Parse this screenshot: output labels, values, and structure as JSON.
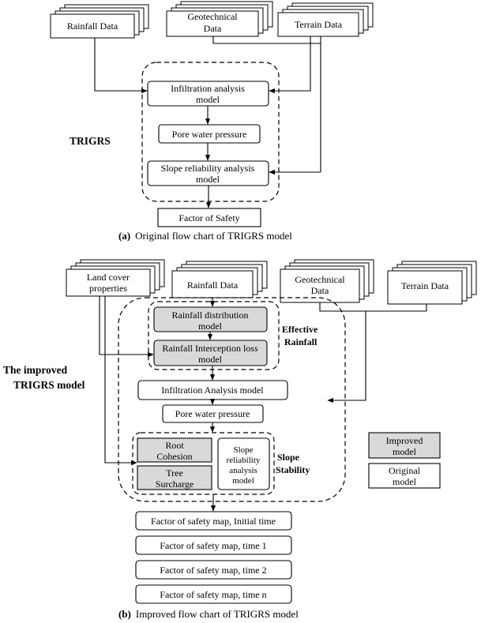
{
  "part_a": {
    "inputs": {
      "rainfall": "Rainfall Data",
      "geotechnical": [
        "Geotechnical",
        "Data"
      ],
      "terrain": "Terrain Data"
    },
    "model_label": "TRIGRS",
    "infiltration": [
      "Infiltration analysis",
      "model"
    ],
    "pore": "Pore  water pressure",
    "slope": [
      "Slope reliability analysis",
      "model"
    ],
    "factor": "Factor of Safety",
    "caption_letter": "(a)",
    "caption_text": "Original flow chart of TRIGRS model"
  },
  "part_b": {
    "inputs": {
      "land_cover": [
        "Land cover",
        "properties"
      ],
      "rainfall": "Rainfall Data",
      "geotechnical": [
        "Geotechnical",
        "Data"
      ],
      "terrain": "Terrain Data"
    },
    "model_label": [
      "The improved",
      "TRIGRS model"
    ],
    "rain_dist": [
      "Rainfall distribution",
      "model"
    ],
    "rain_intercept": [
      "Rainfall Interception loss",
      "model"
    ],
    "effective_label": [
      "Effective",
      "Rainfall"
    ],
    "infiltration": "Infiltration Analysis model",
    "pore": "Pore  water pressure",
    "root": [
      "Root",
      "Cohesion"
    ],
    "tree": [
      "Tree",
      "Surcharge"
    ],
    "slope": [
      "Slope",
      "reliability",
      "analysis",
      "model"
    ],
    "stability_label": [
      "Slope",
      "Stability"
    ],
    "legend_improved": [
      "Improved",
      "model"
    ],
    "legend_original": [
      "Original",
      "model"
    ],
    "outputs": [
      "Factor of safety map, Initial time",
      "Factor of safety map, time 1",
      "Factor of safety map, time 2",
      "Factor of safety map, time n"
    ],
    "caption_letter": "(b)",
    "caption_text": "Improved flow chart of TRIGRS model"
  },
  "colors": {
    "improved_fill": "#d9d9d9",
    "original_fill": "#ffffff",
    "stroke": "#000000"
  }
}
